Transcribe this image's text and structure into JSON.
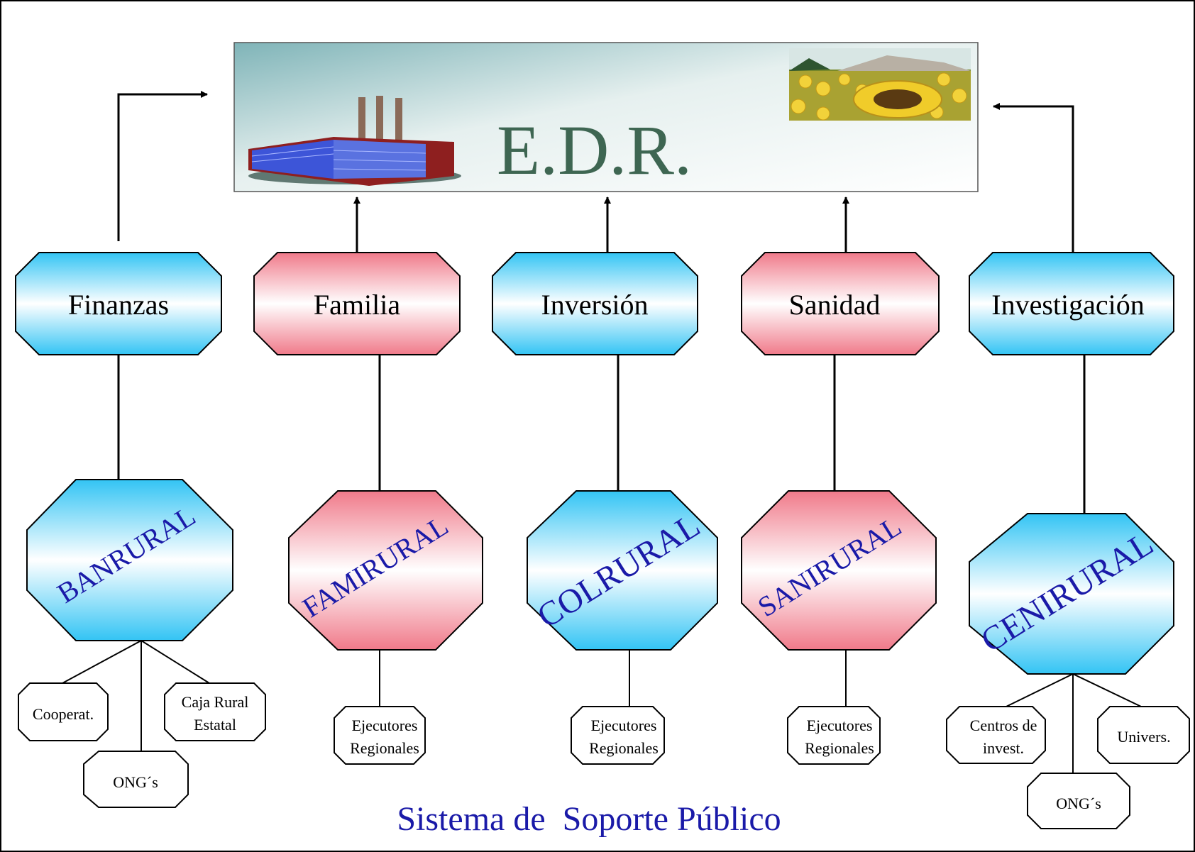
{
  "banner": {
    "title": "E.D.R."
  },
  "top_nodes": [
    {
      "label": "Finanzas",
      "color": "blue"
    },
    {
      "label": "Familia",
      "color": "red"
    },
    {
      "label": "Inversión",
      "color": "blue"
    },
    {
      "label": "Sanidad",
      "color": "red"
    },
    {
      "label": "Investigación",
      "color": "blue"
    }
  ],
  "mid_nodes": [
    {
      "label": "BANRURAL",
      "color": "blue"
    },
    {
      "label": "FAMIRURAL",
      "color": "red"
    },
    {
      "label": "COLRURAL",
      "color": "blue"
    },
    {
      "label": "SANIRURAL",
      "color": "red"
    },
    {
      "label": "CENIRURAL",
      "color": "blue"
    }
  ],
  "leaves": {
    "cooperat": "Cooperat.",
    "ongs_1": "ONG´s",
    "caja_line1": "Caja Rural",
    "caja_line2": "Estatal",
    "ejec_line1": "Ejecutores",
    "ejec_line2": "Regionales",
    "centros_line1": "Centros de",
    "centros_line2": "invest.",
    "univers": "Univers.",
    "ongs_2": "ONG´s"
  },
  "footer": "Sistema de  Soporte Público",
  "colors": {
    "blue_edge": "#33c4f4",
    "red_edge": "#f07a8a",
    "text_blue": "#1a1aa8",
    "edr_green": "#3e6652"
  }
}
